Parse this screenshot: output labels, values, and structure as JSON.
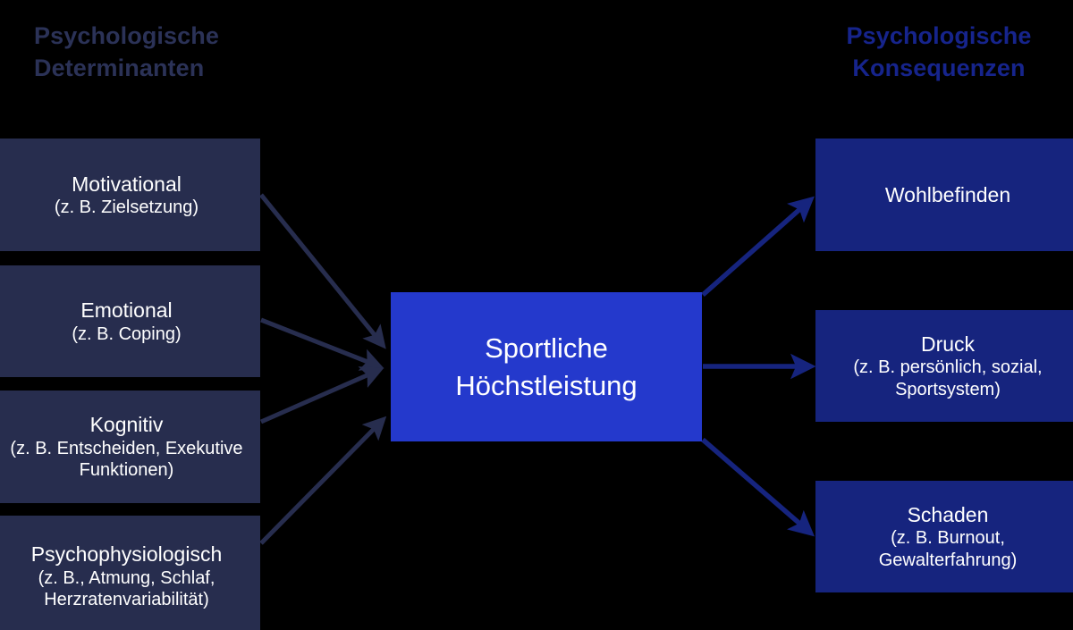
{
  "headings": {
    "left": "Psychologische\nDeterminanten",
    "right": "Psychologische\nKonsequenzen"
  },
  "colors": {
    "background": "#000000",
    "heading_left": "#2B3257",
    "heading_right": "#16248C",
    "left_node_fill": "#272D4E",
    "right_node_fill": "#16247E",
    "center_node_fill": "#2439CC",
    "left_arrow": "#272D4E",
    "right_arrow": "#16247E",
    "node_text": "#FFFFFF"
  },
  "determinants": [
    {
      "title": "Motivational",
      "sub": "(z. B. Zielsetzung)"
    },
    {
      "title": "Emotional",
      "sub": "(z. B. Coping)"
    },
    {
      "title": "Kognitiv",
      "sub": "(z. B. Entscheiden, Exekutive\nFunktionen)"
    },
    {
      "title": "Psychophysiologisch",
      "sub": "(z. B., Atmung, Schlaf,\nHerzratenvariabilität)"
    }
  ],
  "center": {
    "title": "Sportliche\nHöchstleistung"
  },
  "consequences": [
    {
      "title": "Wohlbefinden",
      "sub": ""
    },
    {
      "title": "Druck",
      "sub": "(z. B. persönlich, sozial,\nSportsystem)"
    },
    {
      "title": "Schaden",
      "sub": "(z. B. Burnout,\nGewalterfahrung)"
    }
  ]
}
